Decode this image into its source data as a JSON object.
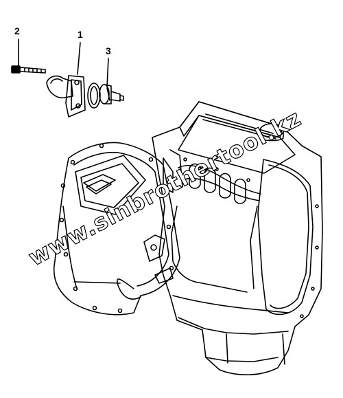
{
  "callouts": [
    {
      "id": "callout-2",
      "label": "2"
    },
    {
      "id": "callout-1",
      "label": "1"
    },
    {
      "id": "callout-3",
      "label": "3"
    }
  ],
  "watermark": {
    "text": "www.sinbrothertool.kz"
  },
  "colors": {
    "ink": "#000000",
    "paper": "#ffffff"
  }
}
